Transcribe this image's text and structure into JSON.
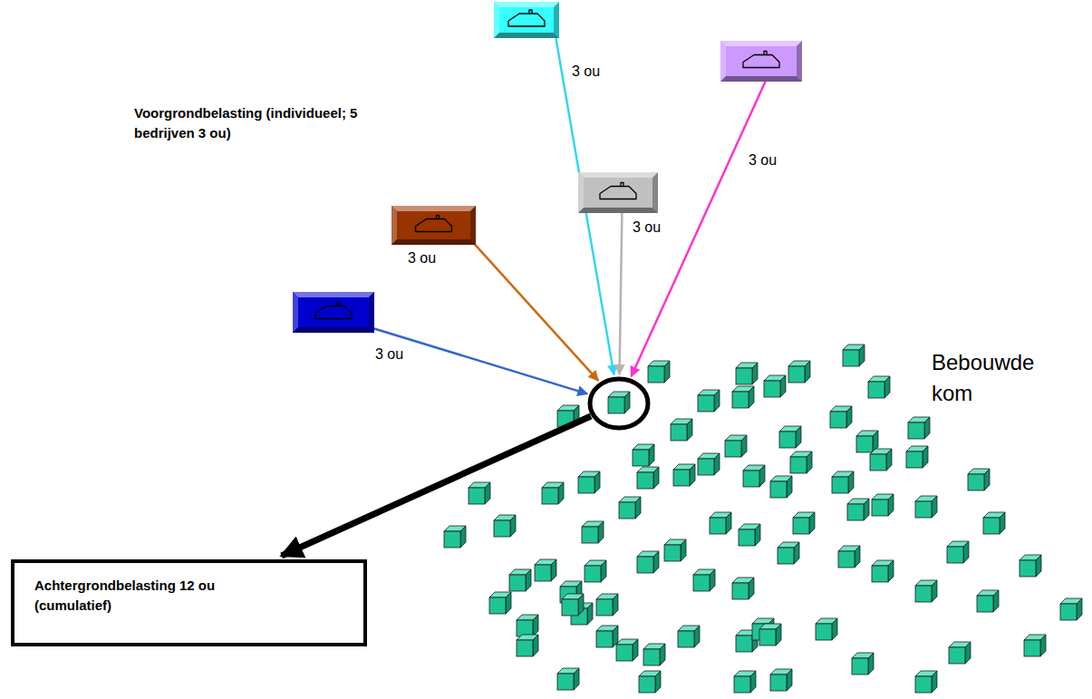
{
  "diagram": {
    "nodes": [
      {
        "text": [
          "3 ou"
        ]
      },
      {
        "text": [
          "3 ou"
        ]
      },
      {
        "text": [
          "3 ou"
        ]
      },
      {
        "text": [
          "3 ou"
        ]
      },
      {
        "text": [
          "3 ou"
        ]
      },
      {
        "text": []
      },
      {
        "text": [
          "Achtergrondbelasting 12 ou (cumulatief)"
        ]
      }
    ],
    "edges": [
      {
        "from": 0,
        "to": 5,
        "arrow": "to"
      },
      {
        "from": 1,
        "to": 5,
        "arrow": "to"
      },
      {
        "from": 2,
        "to": 5,
        "arrow": "to"
      },
      {
        "from": 3,
        "to": 5,
        "arrow": "to"
      },
      {
        "from": 4,
        "to": 5,
        "arrow": "to"
      },
      {
        "from": 5,
        "to": 6,
        "arrow": "to"
      }
    ],
    "labels": [
      "Voorgrondbelasting (individueel; 5 bedrijven 3 ou)",
      "Bebouwde kom"
    ]
  }
}
